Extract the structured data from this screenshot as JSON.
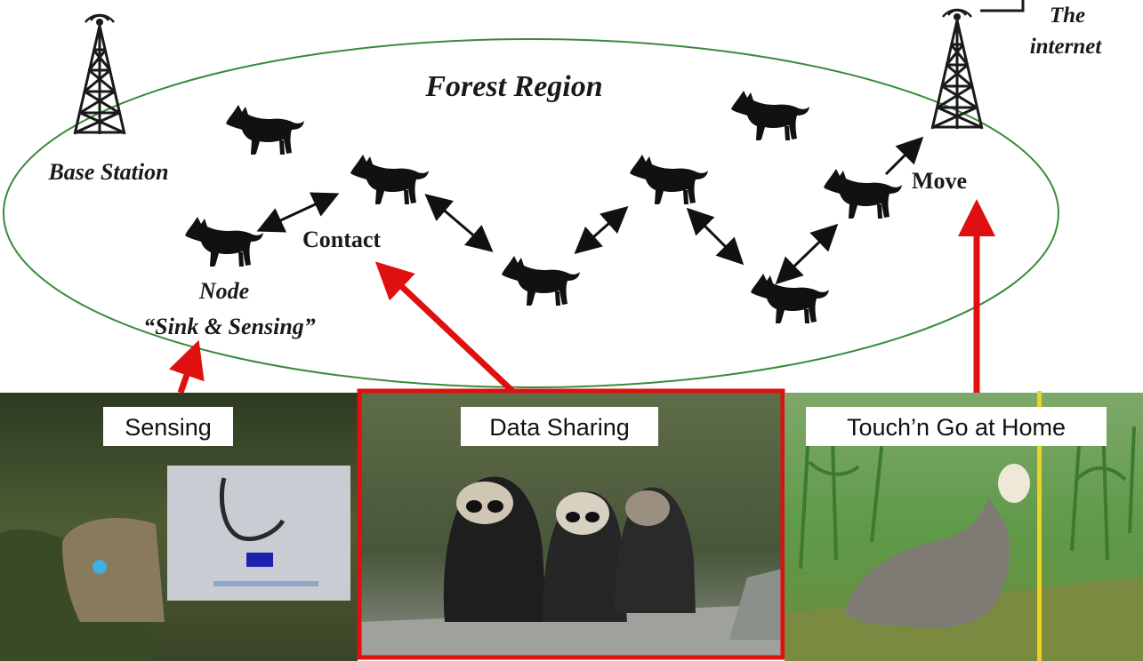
{
  "diagram": {
    "region_label": "Forest Region",
    "base_station_label": "Base Station",
    "internet_label_line1": "The",
    "internet_label_line2": "internet",
    "node_label_line1": "Node",
    "node_label_line2": "“Sink & Sensing”",
    "contact_label": "Contact",
    "move_label": "Move"
  },
  "panels": {
    "sensing": "Sensing",
    "data_sharing": "Data Sharing",
    "touch_go": "Touch’n Go at Home"
  },
  "colors": {
    "ellipse": "#3a8a3a",
    "highlight": "#e01010",
    "tower": "#1a1a1a",
    "animal": "#111111"
  }
}
